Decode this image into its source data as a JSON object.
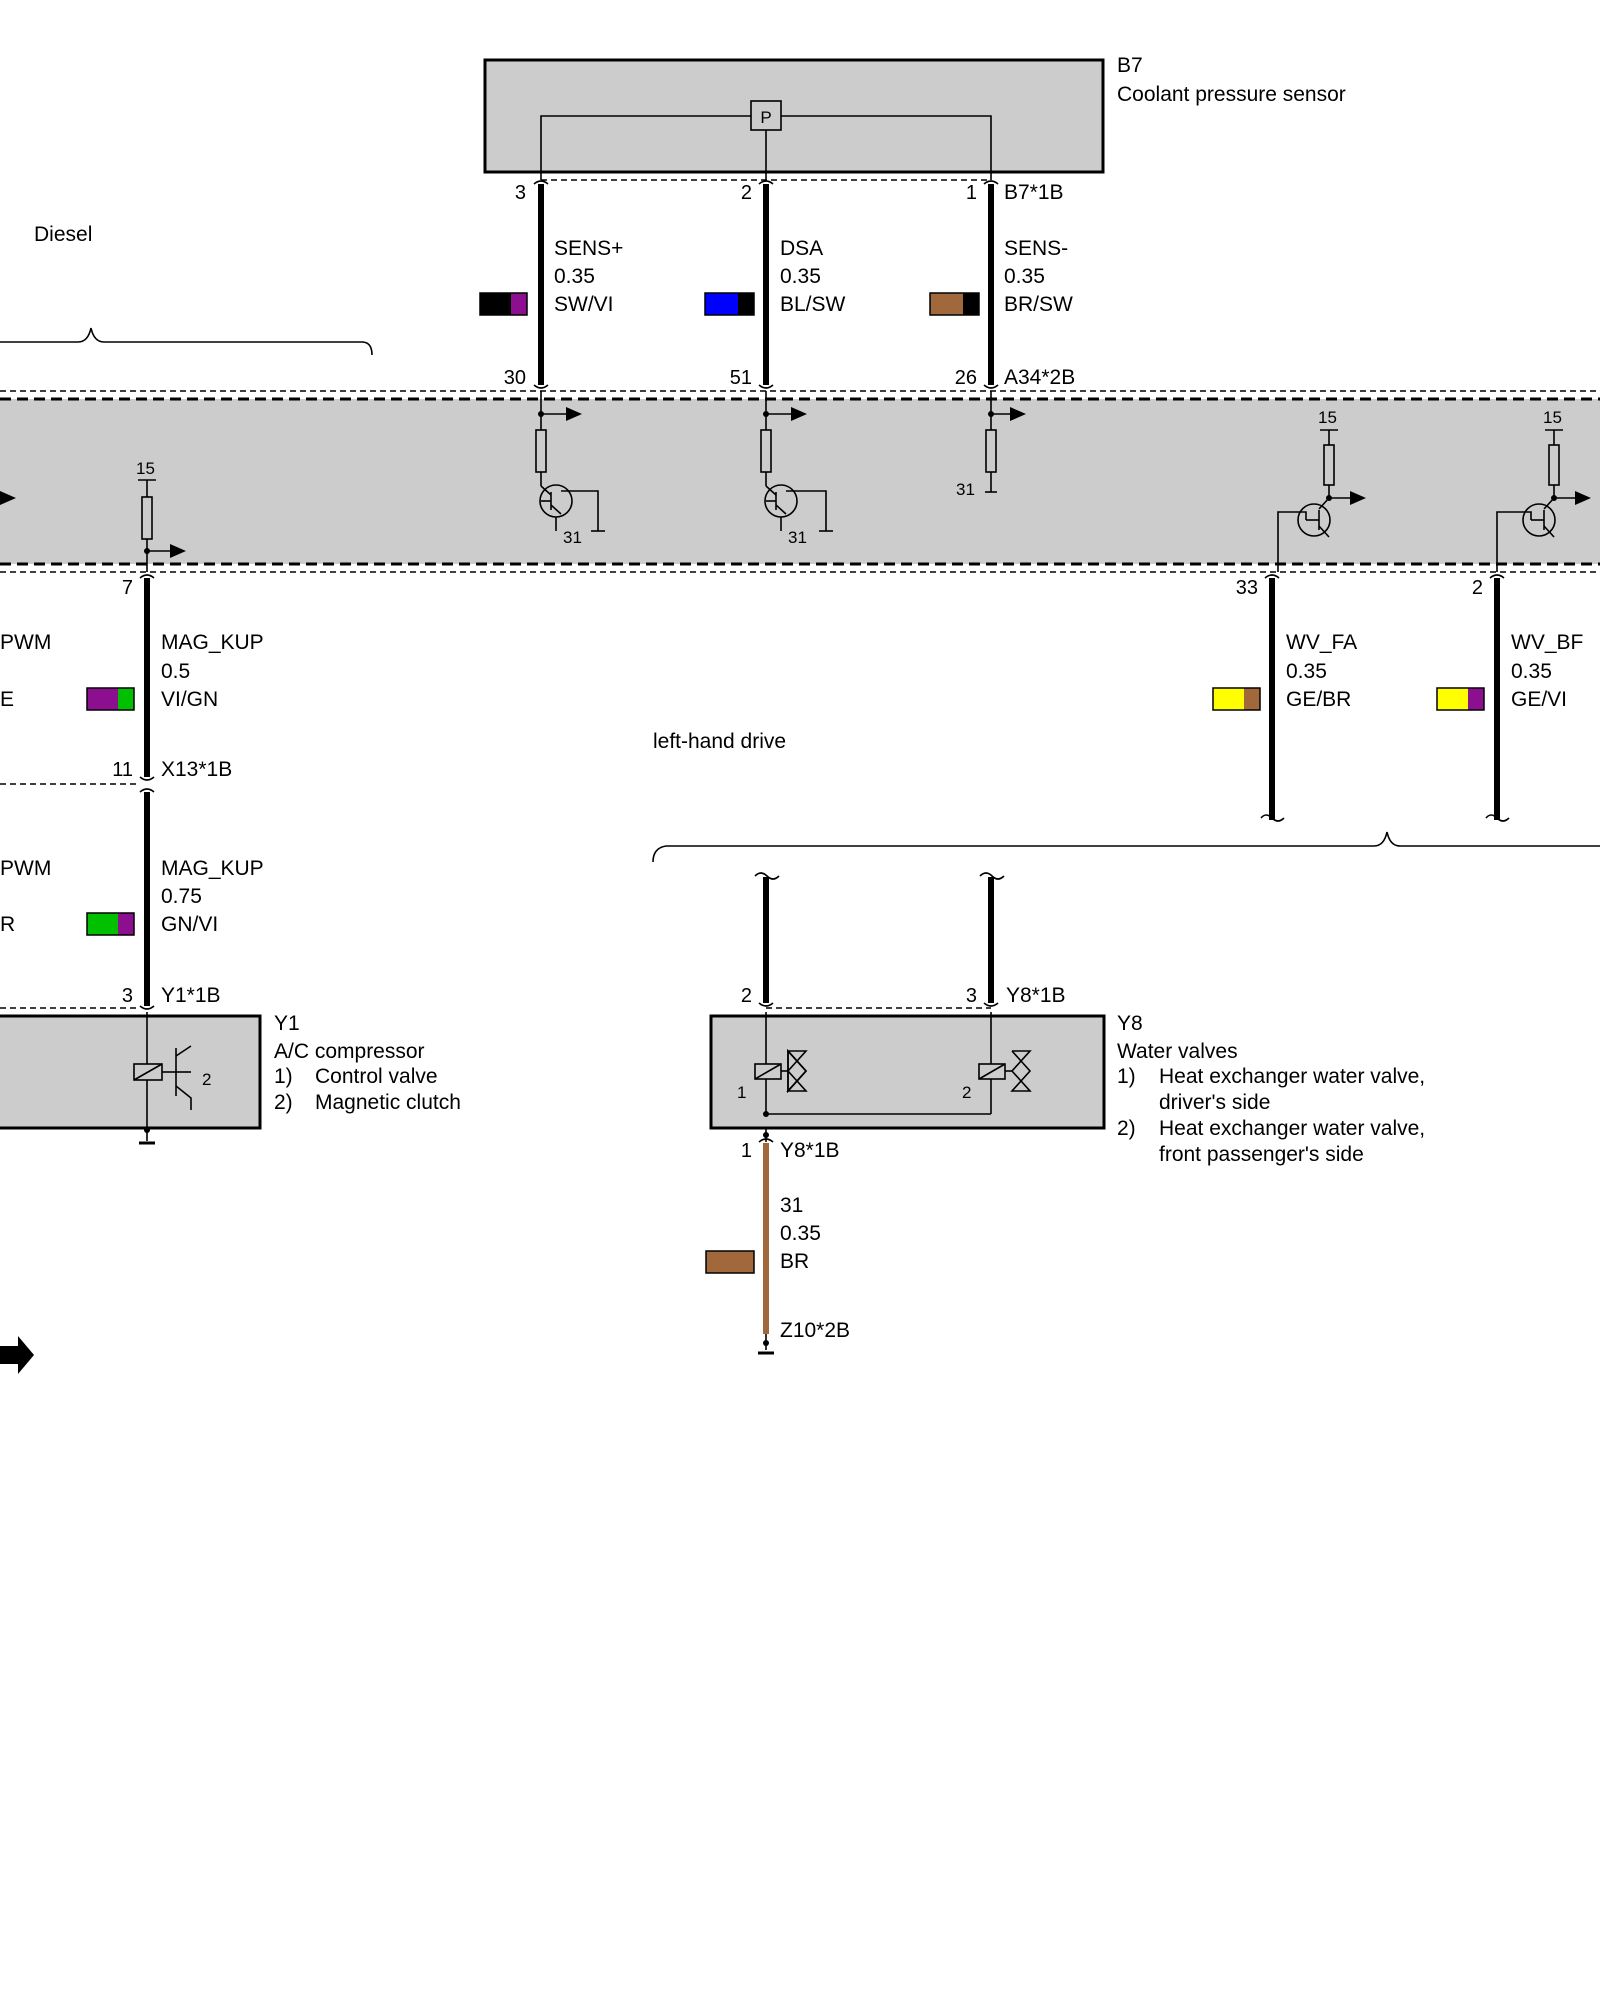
{
  "components": {
    "b7": {
      "id": "B7",
      "name": "Coolant pressure sensor",
      "connector": "B7*1B",
      "symbol": "P"
    },
    "a34": {
      "connector": "A34*2B"
    },
    "y1": {
      "id": "Y1",
      "name": "A/C compressor",
      "items": [
        "1)",
        "Control valve",
        "2)",
        "Magnetic clutch"
      ],
      "connector": "Y1*1B",
      "internal_label": "2"
    },
    "y8": {
      "id": "Y8",
      "name": "Water valves",
      "items": [
        "1)",
        "Heat exchanger water valve,",
        "driver's side",
        "2)",
        "Heat exchanger water valve,",
        "front passenger's side"
      ],
      "connector_top": "Y8*1B",
      "connector_bottom": "Y8*1B",
      "internal_labels": [
        "1",
        "2"
      ]
    },
    "x13": {
      "connector": "X13*1B"
    },
    "z10": {
      "connector": "Z10*2B"
    }
  },
  "annotations": {
    "diesel": "Diesel",
    "lhd": "left-hand drive"
  },
  "wires": [
    {
      "signal": "SENS+",
      "cross_section": "0.35",
      "color_code": "SW/VI",
      "colors": [
        "#000000",
        "#8b0f8f"
      ],
      "pin_top": "3",
      "pin_bottom": "30"
    },
    {
      "signal": "DSA",
      "cross_section": "0.35",
      "color_code": "BL/SW",
      "colors": [
        "#0000ff",
        "#000000"
      ],
      "pin_top": "2",
      "pin_bottom": "51"
    },
    {
      "signal": "SENS-",
      "cross_section": "0.35",
      "color_code": "BR/SW",
      "colors": [
        "#a0683b",
        "#000000"
      ],
      "pin_top": "1",
      "pin_bottom": "26"
    },
    {
      "signal": "MAG_KUP",
      "cross_section": "0.5",
      "color_code": "VI/GN",
      "colors": [
        "#8b0f8f",
        "#00c000"
      ],
      "pin_top": "7",
      "pin_bottom": "11"
    },
    {
      "signal": "MAG_KUP",
      "cross_section": "0.75",
      "color_code": "GN/VI",
      "colors": [
        "#00c000",
        "#8b0f8f"
      ],
      "pin_bottom": "3"
    },
    {
      "signal": "WV_FA",
      "cross_section": "0.35",
      "color_code": "GE/BR",
      "colors": [
        "#ffff00",
        "#a0683b"
      ],
      "pin_top": "33"
    },
    {
      "signal": "WV_BF",
      "cross_section": "0.35",
      "color_code": "GE/VI",
      "colors": [
        "#ffff00",
        "#8b0f8f"
      ],
      "pin_top": "2"
    },
    {
      "signal": "31",
      "cross_section": "0.35",
      "color_code": "BR",
      "colors": [
        "#a0683b"
      ],
      "pin_top": "1"
    }
  ],
  "y8_pins": [
    "2",
    "3"
  ],
  "partial": {
    "pwm1": "PWM",
    "e": "E",
    "pwm2": "PWM",
    "r": "R"
  },
  "terminals": {
    "t15": "15",
    "t31": "31"
  },
  "colors": {
    "component_fill": "#cccccc",
    "brown_wire": "#a0683b"
  }
}
